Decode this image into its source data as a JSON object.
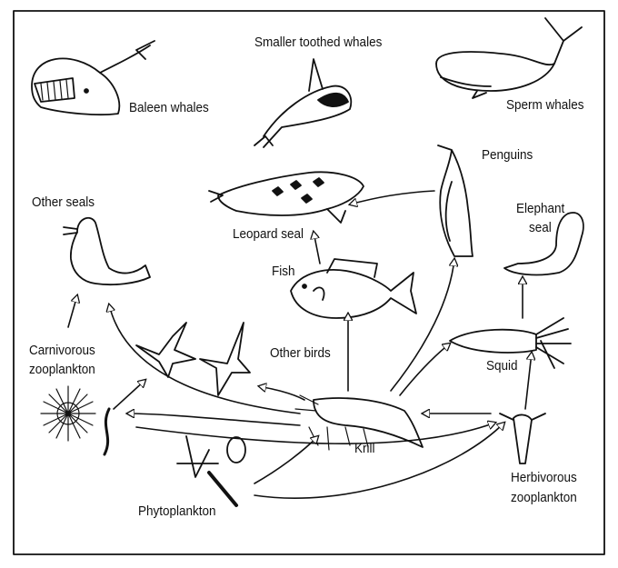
{
  "labels": {
    "toothed_whales": "Smaller toothed whales",
    "baleen_whales": "Baleen whales",
    "sperm_whales": "Sperm whales",
    "penguins": "Penguins",
    "other_seals": "Other seals",
    "elephant_seal_1": "Elephant",
    "elephant_seal_2": "seal",
    "leopard_seal": "Leopard seal",
    "fish": "Fish",
    "carnivorous_1": "Carnivorous",
    "carnivorous_2": "zooplankton",
    "other_birds": "Other birds",
    "squid": "Squid",
    "krill": "Krill",
    "herbivorous_1": "Herbivorous",
    "herbivorous_2": "zooplankton",
    "phytoplankton": "Phytoplankton"
  },
  "colors": {
    "ink": "#111111",
    "background": "#ffffff"
  }
}
